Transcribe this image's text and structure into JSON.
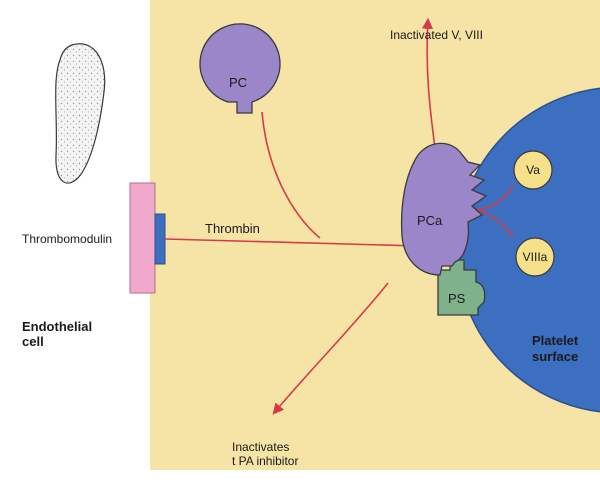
{
  "labels": {
    "pc": "PC",
    "pca": "PCa",
    "ps": "PS",
    "va": "Va",
    "viiia": "VIIIa",
    "thrombin": "Thrombin",
    "thrombomodulin": "Thrombomodulin",
    "endothelial_cell": [
      "Endothelial",
      "cell"
    ],
    "platelet_surface": [
      "Platelet",
      "surface"
    ],
    "inactivated_v_viii": "Inactivated V, VIII",
    "inactivates_tpa_inhibitor": [
      "Inactivates",
      "t PA inhibitor"
    ]
  },
  "colors": {
    "background": "#f6e3a6",
    "platelet": "#3d6fc0",
    "protein_c": "#9a86c8",
    "protein_s": "#7fb28a",
    "factors": "#f6e08a",
    "thrombomodulin": "#f0a8cc",
    "arrow": "#d63a4a"
  }
}
